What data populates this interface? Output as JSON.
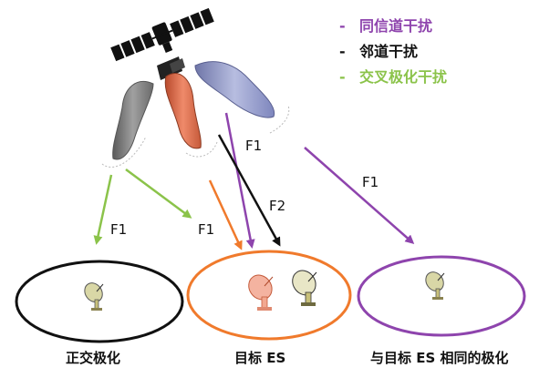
{
  "legend": [
    {
      "dash": "-",
      "text": "同信道干扰",
      "color": "#8e44ad"
    },
    {
      "dash": "-",
      "text": "邻道干扰",
      "color": "#111111"
    },
    {
      "dash": "-",
      "text": "交叉极化干扰",
      "color": "#8bc34a"
    }
  ],
  "labels": {
    "f1_green": "F1",
    "f1_orange": "F1",
    "f1_purple_short": "F1",
    "f2_black": "F2",
    "f1_purple_long": "F1"
  },
  "captions": {
    "left": "正交极化",
    "middle": "目标 ES",
    "right": "与目标 ES 相同的极化"
  },
  "colors": {
    "co_channel": "#8e44ad",
    "adjacent": "#111111",
    "cross_pol": "#8bc34a",
    "target_ring": "#f07a2c",
    "orthogonal_ring": "#111111",
    "same_pol_ring": "#8e44ad"
  }
}
